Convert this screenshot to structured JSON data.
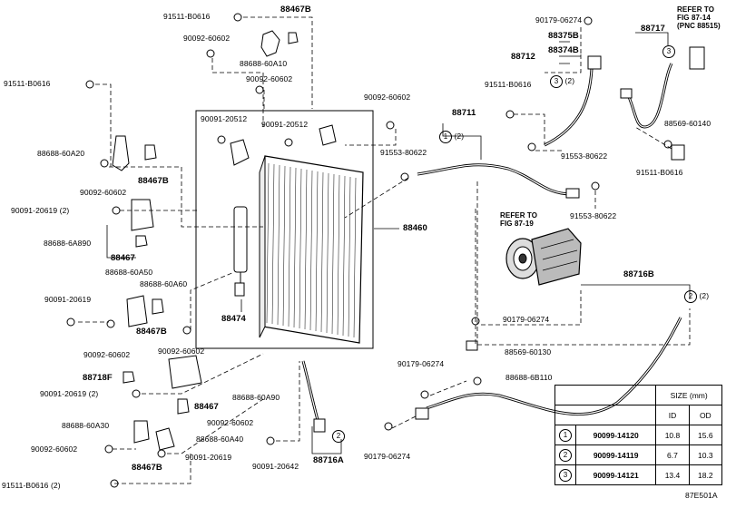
{
  "labels": {
    "p91511_b0616_a": "91511-B0616",
    "p88467b_top": "88467B",
    "p90092_60602_a": "90092-60602",
    "p88688_60a10": "88688-60A10",
    "p90092_60602_b": "90092-60602",
    "p91511_b0616_b": "91511-B0616",
    "p90091_20512_a": "90091-20512",
    "p90091_20512_b": "90091-20512",
    "p90092_60602_c": "90092-60602",
    "p88688_60a20": "88688-60A20",
    "p90092_60602_d": "90092-60602",
    "p88467b_mid": "88467B",
    "p90091_20619_2a": "90091-20619 (2)",
    "p88688_6a890": "88688-6A890",
    "p88467": "88467",
    "p88688_60a50": "88688-60A50",
    "p88688_60a60": "88688-60A60",
    "p90091_20619": "90091-20619",
    "p88467b_low": "88467B",
    "p90092_60602_e": "90092-60602",
    "p90092_60602_f": "90092-60602",
    "p88474": "88474",
    "p88460": "88460",
    "p88718f": "88718F",
    "p90091_20619_2b": "90091-20619 (2)",
    "p88467_b": "88467",
    "p88688_60a90": "88688-60A90",
    "p88688_60a30": "88688-60A30",
    "p90092_60602_g": "90092-60602",
    "p90092_60602_h": "90092-60602",
    "p88688_60a40": "88688-60A40",
    "p88467b_bot": "88467B",
    "p90091_20619_c": "90091-20619",
    "p90091_20642": "90091-20642",
    "p88716a": "88716A",
    "p91511_b0616_2": "91511-B0616 (2)",
    "p90179_06274_a": "90179-06274",
    "p88375b": "88375B",
    "p88374b": "88374B",
    "p88712": "88712",
    "p88717": "88717",
    "refer_87_14": "REFER TO\nFIG 87-14\n(PNC 88515)",
    "p91511_b0616_c": "91511-B0616",
    "p88711": "88711",
    "p88569_60140": "88569-60140",
    "p91553_80622_a": "91553-80622",
    "p91553_80622_b": "91553-80622",
    "p91511_b0616_d": "91511-B0616",
    "refer_87_19": "REFER TO\nFIG 87-19",
    "p91553_80622_c": "91553-80622",
    "p88716b": "88716B",
    "p90179_06274_b": "90179-06274",
    "p88569_60130": "88569-60130",
    "p90179_06274_c": "90179-06274",
    "p88688_6b110": "88688-6B110",
    "p90179_06274_d": "90179-06274",
    "diagram_code": "87E501A",
    "qty2": "(2)",
    "circ1": "1",
    "circ2": "2",
    "circ3": "3"
  },
  "size_table": {
    "title": "SIZE (mm)",
    "col_id": "ID",
    "col_od": "OD",
    "rows": [
      {
        "mark": "1",
        "part": "90099-14120",
        "id": "10.8",
        "od": "15.6"
      },
      {
        "mark": "2",
        "part": "90099-14119",
        "id": "6.7",
        "od": "10.3"
      },
      {
        "mark": "3",
        "part": "90099-14121",
        "id": "13.4",
        "od": "18.2"
      }
    ]
  }
}
